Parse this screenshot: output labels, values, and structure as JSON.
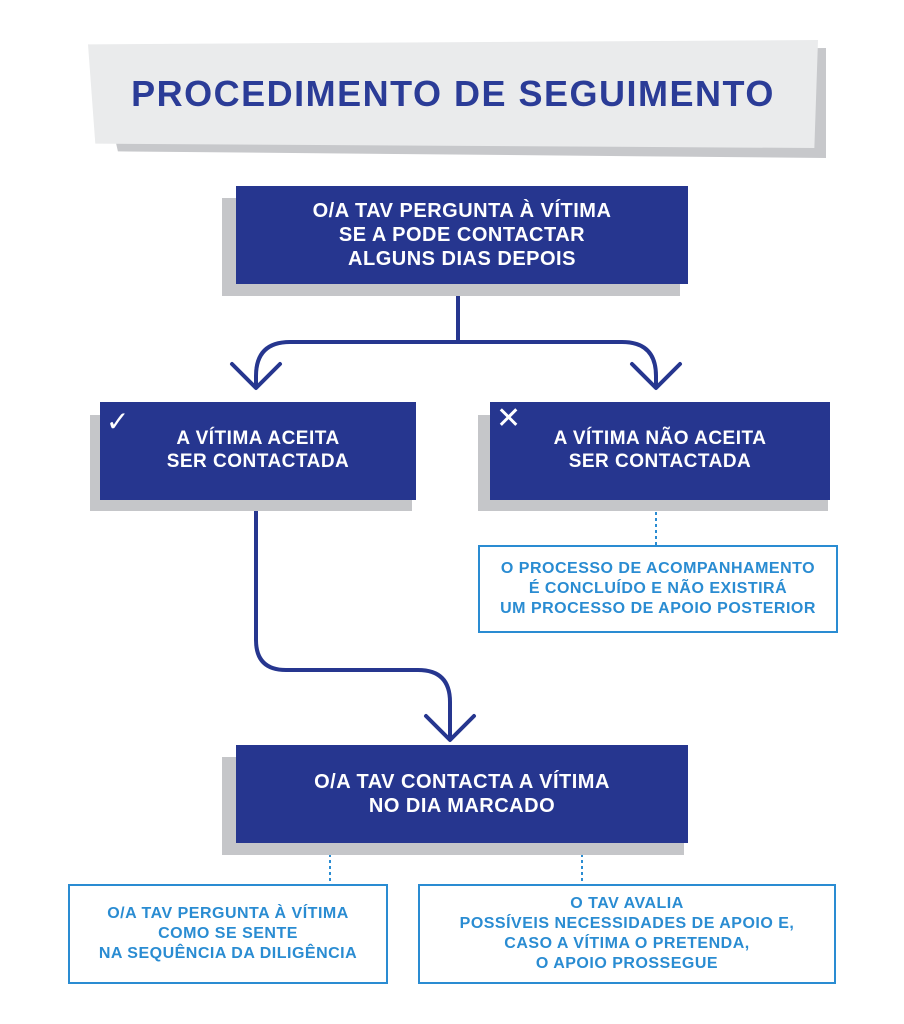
{
  "title": "PROCEDIMENTO DE SEGUIMENTO",
  "nodes": {
    "ask": "O/A TAV PERGUNTA À VÍTIMA\nSE A PODE CONTACTAR\nALGUNS DIAS DEPOIS",
    "accepts": "A VÍTIMA ACEITA\nSER CONTACTADA",
    "declines": "A VÍTIMA NÃO ACEITA\nSER CONTACTADA",
    "contact": "O/A TAV CONTACTA A VÍTIMA\nNO DIA MARCADO"
  },
  "notes": {
    "concluded": "O PROCESSO DE ACOMPANHAMENTO\nÉ CONCLUÍDO E NÃO EXISTIRÁ\nUM PROCESSO DE APOIO POSTERIOR",
    "feeling": "O/A TAV PERGUNTA À VÍTIMA\nCOMO SE SENTE\nNA SEQUÊNCIA DA DILIGÊNCIA",
    "assess": "O TAV AVALIA\nPOSSÍVEIS NECESSIDADES DE APOIO E,\nCASO A VÍTIMA O PRETENDA,\nO APOIO PROSSEGUE"
  },
  "icons": {
    "accept": "check-icon",
    "decline": "cross-icon"
  },
  "colors": {
    "primary": "#26368f",
    "accent": "#2a8cd2",
    "shadow": "#c5c6c9",
    "title_bg": "#eaebec"
  }
}
